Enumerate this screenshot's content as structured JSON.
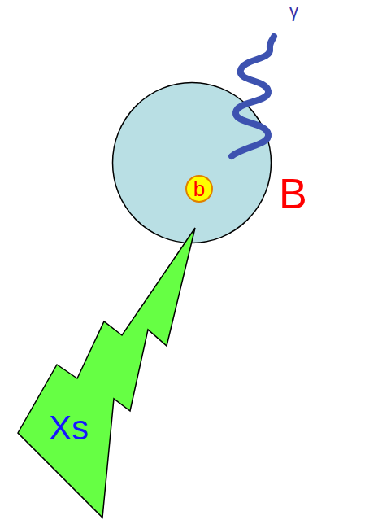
{
  "diagram": {
    "nodes": [
      {
        "text": [
          "B"
        ]
      },
      {
        "text": [
          "b"
        ],
        "in": 0
      },
      {
        "text": [
          "Xs"
        ]
      }
    ],
    "labels": [
      "γ"
    ]
  }
}
